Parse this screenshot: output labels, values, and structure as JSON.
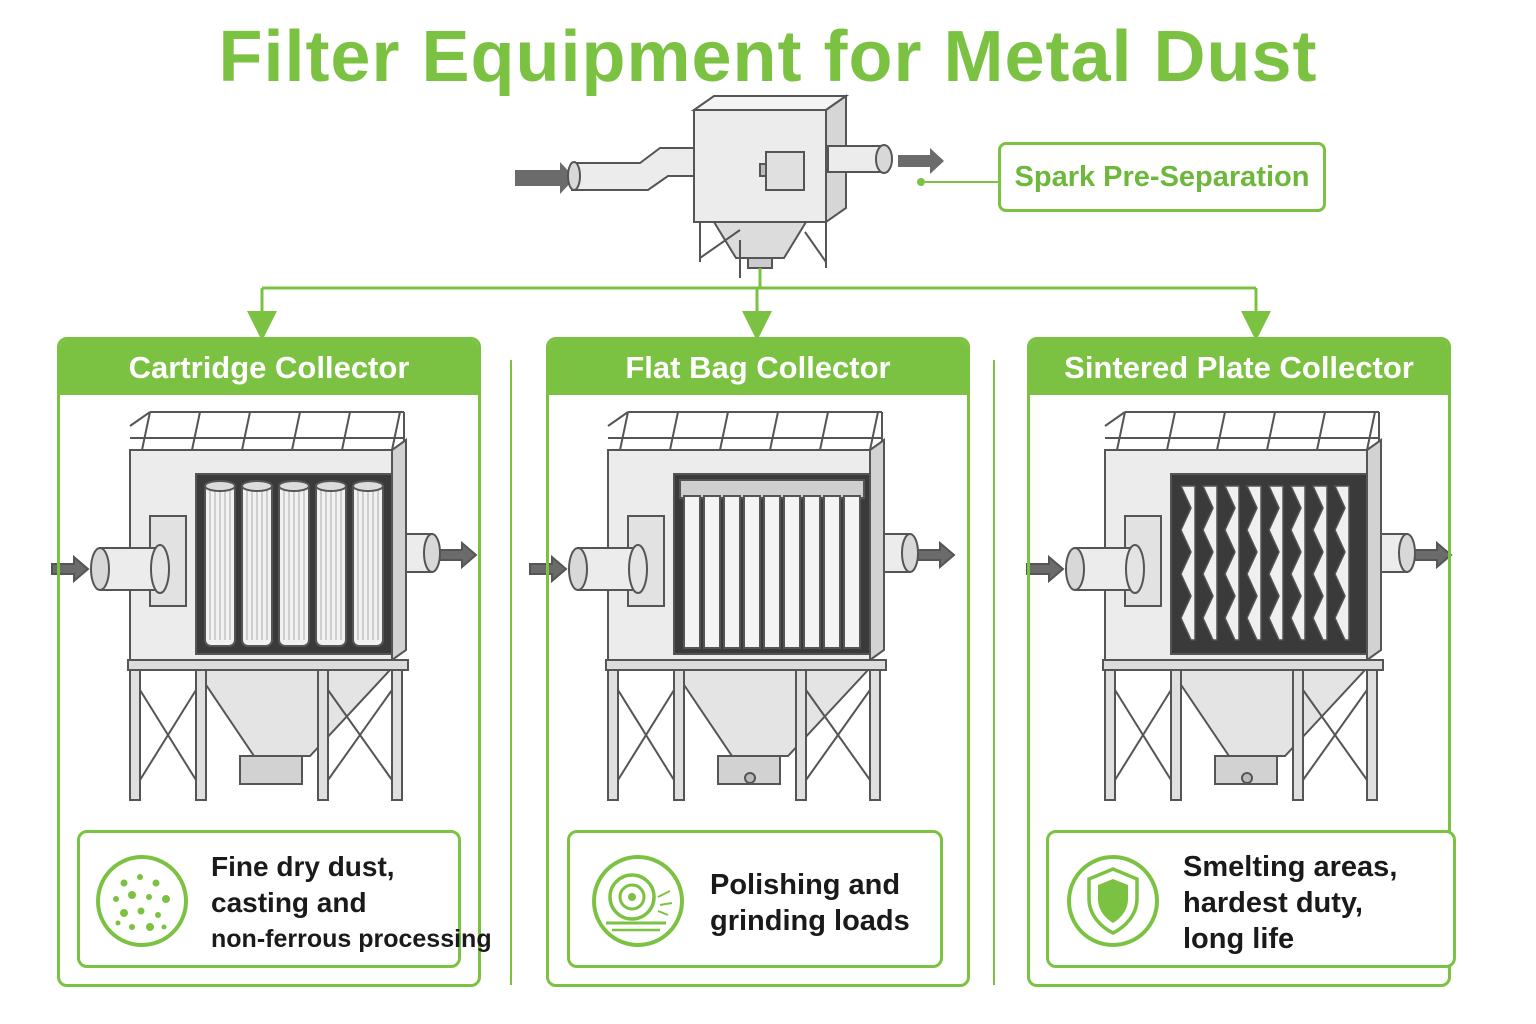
{
  "title": "Filter Equipment for Metal Dust",
  "pre_separation": {
    "label": "Spark Pre-Separation"
  },
  "collectors": [
    {
      "name": "Cartridge Collector",
      "icon": "dust-particles-icon",
      "description_lines": [
        "Fine dry dust,",
        "casting and",
        "non-ferrous processing"
      ]
    },
    {
      "name": "Flat Bag Collector",
      "icon": "grinding-wheel-icon",
      "description_lines": [
        "Polishing and",
        "grinding loads"
      ]
    },
    {
      "name": "Sintered Plate Collector",
      "icon": "shield-icon",
      "description_lines": [
        "Smelting areas,",
        "hardest duty,",
        "long life"
      ]
    }
  ],
  "colors": {
    "accent": "#7cc242",
    "equipment_fill": "#ececec",
    "equipment_stroke": "#555555",
    "arrow_gray": "#6b6b6b"
  }
}
